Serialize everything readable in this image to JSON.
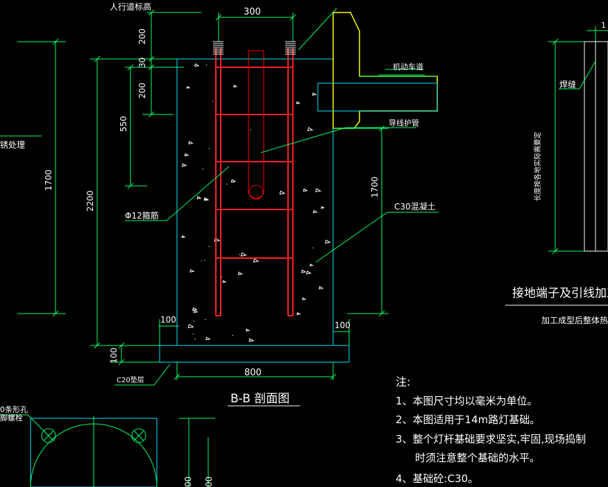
{
  "colors": {
    "background": "#000000",
    "dimension": "#00ff66",
    "outline": "#00e6ff",
    "rebar": "#ff2020",
    "hatch": "#ffff00",
    "text": "#ffffff"
  },
  "section": {
    "title": "B-B 剖面图",
    "dims": {
      "top_width": "300",
      "d200_top": "200",
      "d30": "30",
      "d200_mid": "200",
      "d550": "550",
      "d2200": "2200",
      "d1700_left": "1700",
      "d1700_right": "1700",
      "d100_left": "100",
      "d100_right": "100",
      "d100_base": "100",
      "bottom_width": "800"
    },
    "labels": {
      "sidewalk": "人行道标高",
      "motor_lane": "机动车道",
      "conduit": "导线护管",
      "stirrup": "Φ12箍筋",
      "concrete": "C30混凝土",
      "cushion": "C20垫层",
      "left_edge": "锈处理"
    }
  },
  "grounding": {
    "title": "接地端子及引线加工",
    "subtitle": "加工成型后整体热镀",
    "weld": "焊缝",
    "note": "长度按各地实际需要定",
    "edge_label": "1"
  },
  "plan": {
    "hole_label": "0条形孔",
    "bolt_label": "脚螺栓",
    "dim_a": "00",
    "dim_b": "00"
  },
  "notes": {
    "heading": "注:",
    "items": [
      "1、本图尺寸均以毫米为单位。",
      "2、本图适用于14m路灯基础。",
      "3、整个灯杆基础要求坚实,牢固,现场捣制",
      "时须注意整个基础的水平。",
      "4、基础砼:C30。"
    ]
  }
}
